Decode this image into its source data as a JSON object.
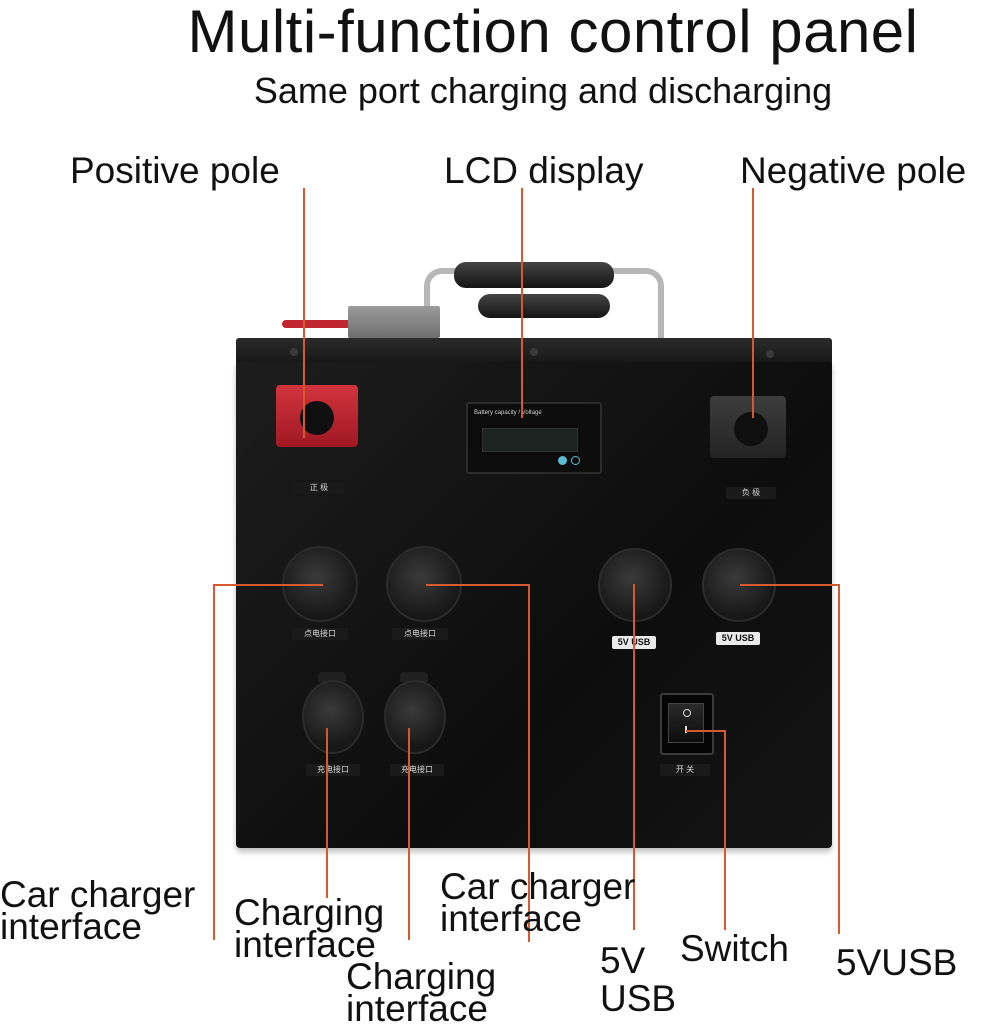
{
  "header": {
    "title": "Multi-function control panel",
    "subtitle": "Same port charging and discharging"
  },
  "callouts": {
    "positive_pole": "Positive pole",
    "lcd_display": "LCD display",
    "negative_pole": "Negative pole",
    "car_charger_left": [
      "Car charger",
      "interface"
    ],
    "charging_left": [
      "Charging",
      "interface"
    ],
    "charging_mid": [
      "Charging",
      "interface"
    ],
    "car_charger_mid": [
      "Car charger",
      "interface"
    ],
    "usb_left": [
      "5V",
      "USB"
    ],
    "switch": "Switch",
    "usb_right": "5VUSB"
  },
  "panel": {
    "lcd_caption": "Battery capacity / Voltage",
    "positive_label": "正 极",
    "negative_label": "负 极",
    "car_port_label": "点电接口",
    "charge_port_label": "充电接口",
    "usb_label": "5V USB",
    "switch_label": "开 关"
  },
  "colors": {
    "leader_line": "#d65a2f",
    "positive_terminal": "#c0262f",
    "battery_body": "#111111"
  },
  "icons": {
    "lcd_indicator": "circle-dot-icon",
    "lcd_refresh": "refresh-icon"
  }
}
